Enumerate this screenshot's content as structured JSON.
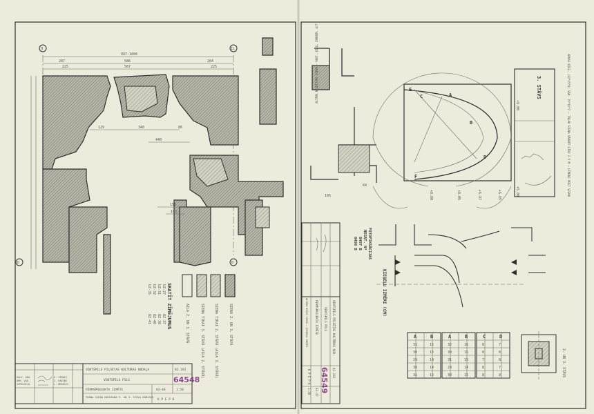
{
  "left_sheet": {
    "axis_markers": [
      "H",
      "Ii",
      "D",
      "B"
    ],
    "dimensions": {
      "overall": "997-1006",
      "top_row": [
        "207",
        "586",
        "204"
      ],
      "second_row": [
        "225",
        "567",
        "225"
      ],
      "inner": [
        "340",
        "129",
        "86",
        "440",
        "158",
        "103"
      ]
    },
    "legend": {
      "title": "SKATĪT ZĪMĒJUMUS",
      "refs": [
        "UZ-27",
        "UZ-37",
        "UZ-31",
        "UZ-38",
        "UZ-32",
        "UZ-40",
        "UZ-35",
        "UZ-41"
      ],
      "items": [
        {
          "label": "AILA 2. UN 3. STĀVĀ"
        },
        {
          "label": "SIENA TIKAI 3. STĀVĀ (AILA 2. STĀVĀ)"
        },
        {
          "label": "SIENA TIKAI 2. STĀVĀ (AILA 3. STĀVĀ)"
        },
        {
          "label": "SIENA 2. UN 3. STĀVĀ"
        }
      ]
    },
    "title_block": {
      "org": "VENTSPILS PILSĒTAS KULTŪRAS NODAĻA",
      "code": "83.193",
      "object": "VENTSPILS PILS",
      "sheet_no": "64548",
      "stage": "PIRMSPROJEKTA IZPĒTE",
      "drawing_no": "83-46",
      "scale": "1:50",
      "title": "TORŅA SIENU NOTURSNA 2. UN 3. STĀVA RĀMISES",
      "institute": "K P E P K",
      "signers": [
        "GALV. ARH.",
        "ARH. VAD.",
        "IZPILDĪJA"
      ],
      "names": [
        "V. ZIRNIS",
        "I. RADIŅŠ",
        "L. BRENCIS"
      ]
    }
  },
  "right_sheet": {
    "upper_note": "ALTĀRA NIEDĪJUMS SIENĀ — SKAT. ĶIEĢ. ZARNEM. 4/7",
    "top_right_note": "ARKAS ĶIEĢ. (31*15*8) SĀK. 25*16*7 — TĀLĀK SIENA VĀRBŪT LĪDZ 2.5 M — LĪMENI PRET SIENU",
    "stair_label": "3. STĀVS",
    "arch_letters": [
      "A",
      "B",
      "C",
      "D",
      "E",
      "F"
    ],
    "dims": [
      "+9.00",
      "+5.00",
      "+8.80",
      "+8.05",
      "+6.97",
      "+6.65",
      "195",
      "64"
    ],
    "photo_note": {
      "title": "FOTOFIKSĀCIJAS",
      "line1": "NEGAT. Nº",
      "line2": "8497 B",
      "line3": "8498 B"
    },
    "brick_title": "ĶIEĢEĻU IZMĒRI (CM)",
    "plan_label": "2. UN 3. STĀVS",
    "brick_tables": [
      {
        "head": [
          "A",
          "B"
        ],
        "rows": [
          [
            "31",
            "15"
          ],
          [
            "30",
            "15"
          ],
          [
            "29",
            "14"
          ],
          [
            "30",
            "14"
          ],
          [
            "31",
            "15"
          ]
        ]
      },
      {
        "head": [
          "A",
          "B"
        ],
        "rows": [
          [
            "32",
            "16"
          ],
          [
            "30",
            "15"
          ],
          [
            "31",
            "15"
          ],
          [
            "29",
            "14"
          ],
          [
            "30",
            "15"
          ]
        ]
      },
      {
        "head": [
          "C",
          "D"
        ],
        "rows": [
          [
            "8",
            "7"
          ],
          [
            "8",
            "8"
          ],
          [
            "7",
            "8"
          ],
          [
            "8",
            "7"
          ],
          [
            "8",
            "8"
          ]
        ]
      }
    ],
    "title_block": {
      "org": "VENTSPILS PILSĒTAS KULTŪRAS NOD.",
      "code": "83.193",
      "object": "VENTSPILS PILS",
      "sheet_no": "64549",
      "stage": "PIRMSPROJEKTA IZPĒTE",
      "drawing_no": "83-47",
      "scale": "1:20",
      "title": "ALTĀRA NIŠAS SIENĀ — ĶIEĢEĻU IZMĒRI",
      "institute": "K P E P K"
    }
  }
}
